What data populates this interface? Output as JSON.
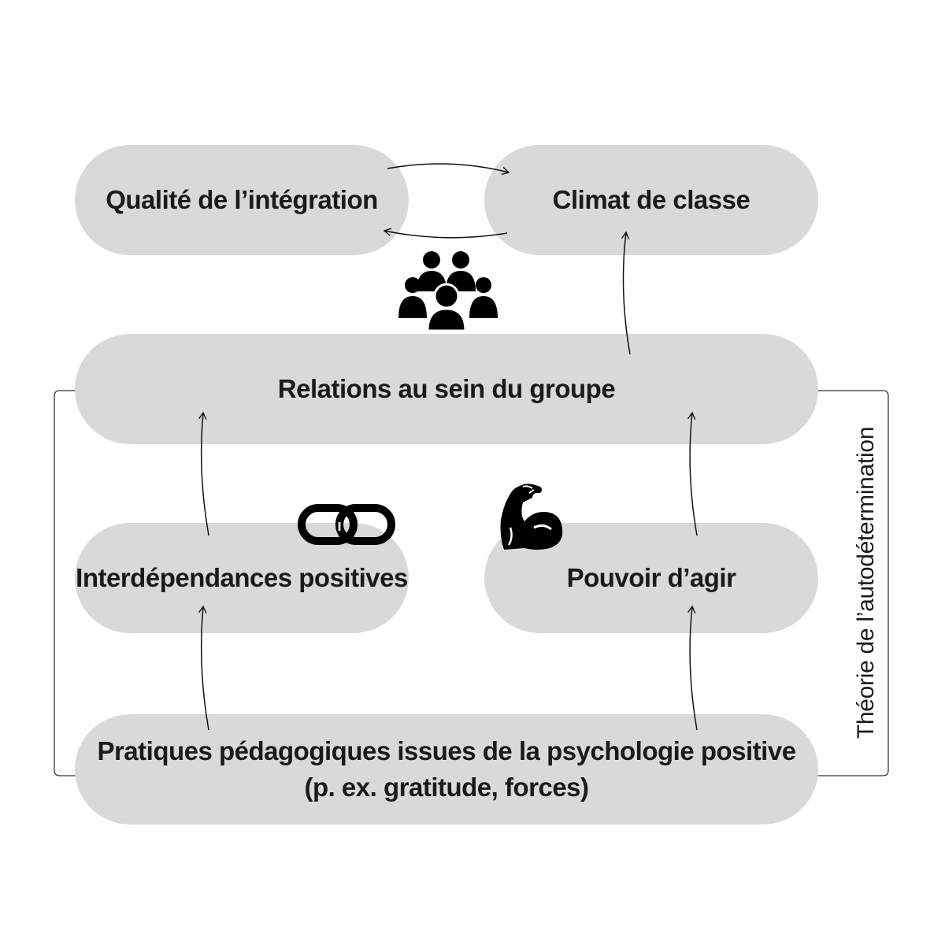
{
  "boxes": {
    "qualite": "Qualité de l’intégration",
    "climat": "Climat de classe",
    "relations": "Relations au sein du groupe",
    "interdependances": "Interdépendances positives",
    "pouvoir": "Pouvoir d’agir",
    "pratiques_line1": "Pratiques pédagogiques issues de la psychologie positive",
    "pratiques_line2": "(p. ex. gratitude, forces)"
  },
  "side_label": "Théorie de l’autodétermination",
  "icons": {
    "group": "group-icon",
    "chain": "chain-link-icon",
    "strength": "flexed-biceps-icon"
  },
  "colors": {
    "box_fill": "#d9d9d9",
    "text": "#1a1a1a",
    "icon": "#000000"
  }
}
